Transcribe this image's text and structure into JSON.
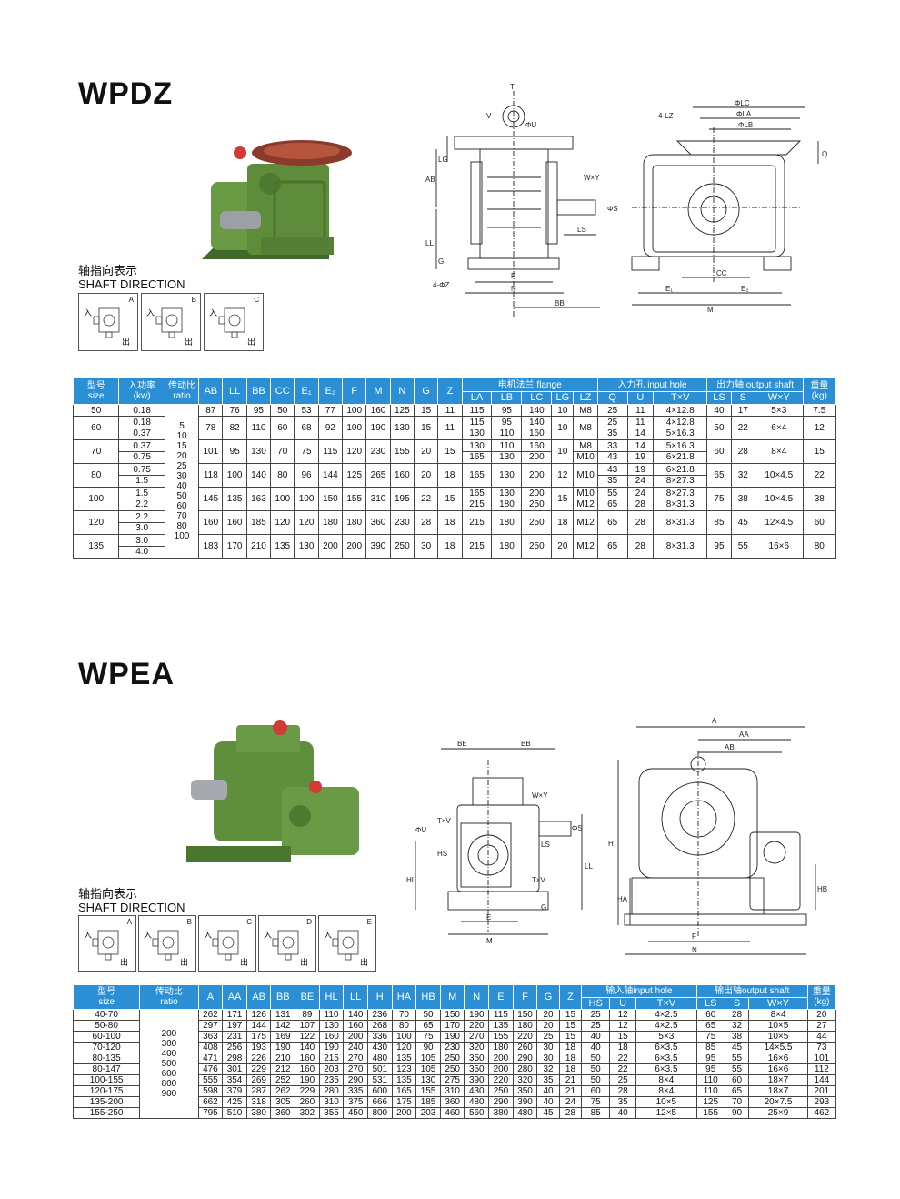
{
  "wpdz": {
    "title": "WPDZ",
    "shaft_cn": "轴指向表示",
    "shaft_en": "SHAFT DIRECTION",
    "dir_boxes": [
      {
        "letter": "A",
        "in_text": "入",
        "out_text": "出"
      },
      {
        "letter": "B",
        "in_text": "入",
        "out_text": "出"
      },
      {
        "letter": "C",
        "in_text": "入",
        "out_text": "出"
      }
    ],
    "drawing_labels": [
      "T",
      "V",
      "ΦU",
      "LG",
      "AB",
      "W×Y",
      "ΦS",
      "LS",
      "LL",
      "G",
      "F",
      "N",
      "BB",
      "4-ΦZ",
      "4-LZ",
      "ΦLC",
      "ΦLA",
      "ΦLB",
      "Q",
      "CC",
      "E₁",
      "E₂",
      "M"
    ],
    "header": {
      "size": [
        "型号",
        "size"
      ],
      "kw": [
        "入功率",
        "(kw)"
      ],
      "ratio": [
        "传动比",
        "ratio"
      ],
      "dims": [
        "AB",
        "LL",
        "BB",
        "CC",
        "E₁",
        "E₂",
        "F",
        "M",
        "N",
        "G",
        "Z"
      ],
      "flange_group": "电机法兰 flange",
      "flange": [
        "LA",
        "LB",
        "LC",
        "LG",
        "LZ"
      ],
      "input_group": "入力孔 input hole",
      "input": [
        "Q",
        "U",
        "T×V"
      ],
      "output_group": "出力轴 output shaft",
      "output": [
        "LS",
        "S",
        "W×Y"
      ],
      "weight": [
        "重量",
        "(kg)"
      ]
    },
    "ratios": [
      "5",
      "10",
      "15",
      "20",
      "25",
      "30",
      "40",
      "50",
      "60",
      "70",
      "80",
      "100"
    ],
    "rows": [
      {
        "size": "50",
        "kw": [
          "0.18"
        ],
        "dims": [
          "87",
          "76",
          "95",
          "50",
          "53",
          "77",
          "100",
          "160",
          "125",
          "15",
          "11"
        ],
        "LA": [
          "115"
        ],
        "LB": [
          "95"
        ],
        "LC": [
          "140"
        ],
        "LG": "10",
        "LZ": [
          "M8"
        ],
        "Q": [
          "25"
        ],
        "U": [
          "11"
        ],
        "TV": [
          "4×12.8"
        ],
        "LS": "40",
        "S": "17",
        "WY": "5×3",
        "kg": "7.5"
      },
      {
        "size": "60",
        "kw": [
          "0.18",
          "0.37"
        ],
        "dims": [
          "78",
          "82",
          "110",
          "60",
          "68",
          "92",
          "100",
          "190",
          "130",
          "15",
          "11"
        ],
        "LA": [
          "115",
          "130"
        ],
        "LB": [
          "95",
          "110"
        ],
        "LC": [
          "140",
          "160"
        ],
        "LG": "10",
        "LZ": [
          "M8"
        ],
        "Q": [
          "25",
          "35"
        ],
        "U": [
          "11",
          "14"
        ],
        "TV": [
          "4×12.8",
          "5×16.3"
        ],
        "LS": "50",
        "S": "22",
        "WY": "6×4",
        "kg": "12"
      },
      {
        "size": "70",
        "kw": [
          "0.37",
          "0.75"
        ],
        "dims": [
          "101",
          "95",
          "130",
          "70",
          "75",
          "115",
          "120",
          "230",
          "155",
          "20",
          "15"
        ],
        "LA": [
          "130",
          "165"
        ],
        "LB": [
          "110",
          "130"
        ],
        "LC": [
          "160",
          "200"
        ],
        "LG": "10",
        "LZ": [
          "M8",
          "M10"
        ],
        "Q": [
          "33",
          "43"
        ],
        "U": [
          "14",
          "19"
        ],
        "TV": [
          "5×16.3",
          "6×21.8"
        ],
        "LS": "60",
        "S": "28",
        "WY": "8×4",
        "kg": "15"
      },
      {
        "size": "80",
        "kw": [
          "0.75",
          "1.5"
        ],
        "dims": [
          "118",
          "100",
          "140",
          "80",
          "96",
          "144",
          "125",
          "265",
          "160",
          "20",
          "18"
        ],
        "LA": [
          "165"
        ],
        "LB": [
          "130"
        ],
        "LC": [
          "200"
        ],
        "LG": "12",
        "LZ": [
          "M10"
        ],
        "Q": [
          "43",
          "35"
        ],
        "U": [
          "19",
          "24"
        ],
        "TV": [
          "6×21.8",
          "8×27.3"
        ],
        "LS": "65",
        "S": "32",
        "WY": "10×4.5",
        "kg": "22"
      },
      {
        "size": "100",
        "kw": [
          "1.5",
          "2.2"
        ],
        "dims": [
          "145",
          "135",
          "163",
          "100",
          "100",
          "150",
          "155",
          "310",
          "195",
          "22",
          "15"
        ],
        "LA": [
          "165",
          "215"
        ],
        "LB": [
          "130",
          "180"
        ],
        "LC": [
          "200",
          "250"
        ],
        "LG": "15",
        "LZ": [
          "M10",
          "M12"
        ],
        "Q": [
          "55",
          "65"
        ],
        "U": [
          "24",
          "28"
        ],
        "TV": [
          "8×27.3",
          "8×31.3"
        ],
        "LS": "75",
        "S": "38",
        "WY": "10×4.5",
        "kg": "38"
      },
      {
        "size": "120",
        "kw": [
          "2.2",
          "3.0"
        ],
        "dims": [
          "160",
          "160",
          "185",
          "120",
          "120",
          "180",
          "180",
          "360",
          "230",
          "28",
          "18"
        ],
        "LA": [
          "215"
        ],
        "LB": [
          "180"
        ],
        "LC": [
          "250"
        ],
        "LG": "18",
        "LZ": [
          "M12"
        ],
        "Q": [
          "65"
        ],
        "U": [
          "28"
        ],
        "TV": [
          "8×31.3"
        ],
        "LS": "85",
        "S": "45",
        "WY": "12×4.5",
        "kg": "60"
      },
      {
        "size": "135",
        "kw": [
          "3.0",
          "4.0"
        ],
        "dims": [
          "183",
          "170",
          "210",
          "135",
          "130",
          "200",
          "200",
          "390",
          "250",
          "30",
          "18"
        ],
        "LA": [
          "215"
        ],
        "LB": [
          "180"
        ],
        "LC": [
          "250"
        ],
        "LG": "20",
        "LZ": [
          "M12"
        ],
        "Q": [
          "65"
        ],
        "U": [
          "28"
        ],
        "TV": [
          "8×31.3"
        ],
        "LS": "95",
        "S": "55",
        "WY": "16×6",
        "kg": "80"
      }
    ]
  },
  "wpea": {
    "title": "WPEA",
    "shaft_cn": "轴指向表示",
    "shaft_en": "SHAFT DIRECTION",
    "dir_boxes": [
      {
        "letter": "A",
        "in_text": "入",
        "out_text": "出"
      },
      {
        "letter": "B",
        "in_text": "入",
        "out_text": "出"
      },
      {
        "letter": "C",
        "in_text": "入",
        "out_text": "出"
      },
      {
        "letter": "D",
        "in_text": "入",
        "out_text": "出"
      },
      {
        "letter": "E",
        "in_text": "入",
        "out_text": "出"
      }
    ],
    "drawing_labels": [
      "BE",
      "BB",
      "W×Y",
      "ΦU",
      "T×V",
      "HS",
      "ΦS",
      "LS",
      "T×V",
      "HL",
      "LL",
      "G",
      "E",
      "M",
      "A",
      "AA",
      "AB",
      "H",
      "HA",
      "HB",
      "F",
      "N"
    ],
    "header": {
      "size": [
        "型号",
        "size"
      ],
      "ratio": [
        "传动比",
        "ratio"
      ],
      "dims": [
        "A",
        "AA",
        "AB",
        "BB",
        "BE",
        "HL",
        "LL",
        "H",
        "HA",
        "HB",
        "M",
        "N",
        "E",
        "F",
        "G",
        "Z"
      ],
      "input_group": "输入轴input hole",
      "input": [
        "HS",
        "U",
        "T×V"
      ],
      "output_group": "输出轴output shaft",
      "output": [
        "LS",
        "S",
        "W×Y"
      ],
      "weight": [
        "重量",
        "(kg)"
      ]
    },
    "ratios": [
      "200",
      "300",
      "400",
      "500",
      "600",
      "800",
      "900"
    ],
    "rows": [
      {
        "size": "40-70",
        "dims": [
          "262",
          "171",
          "126",
          "131",
          "89",
          "110",
          "140",
          "236",
          "70",
          "50",
          "150",
          "190",
          "115",
          "150",
          "20",
          "15"
        ],
        "HS": "25",
        "U": "12",
        "TV": "4×2.5",
        "LS": "60",
        "S": "28",
        "WY": "8×4",
        "kg": "20"
      },
      {
        "size": "50-80",
        "dims": [
          "297",
          "197",
          "144",
          "142",
          "107",
          "130",
          "160",
          "268",
          "80",
          "65",
          "170",
          "220",
          "135",
          "180",
          "20",
          "15"
        ],
        "HS": "25",
        "U": "12",
        "TV": "4×2.5",
        "LS": "65",
        "S": "32",
        "WY": "10×5",
        "kg": "27"
      },
      {
        "size": "60-100",
        "dims": [
          "363",
          "231",
          "175",
          "169",
          "122",
          "160",
          "200",
          "336",
          "100",
          "75",
          "190",
          "270",
          "155",
          "220",
          "25",
          "15"
        ],
        "HS": "40",
        "U": "15",
        "TV": "5×3",
        "LS": "75",
        "S": "38",
        "WY": "10×5",
        "kg": "44"
      },
      {
        "size": "70-120",
        "dims": [
          "408",
          "256",
          "193",
          "190",
          "140",
          "190",
          "240",
          "430",
          "120",
          "90",
          "230",
          "320",
          "180",
          "260",
          "30",
          "18"
        ],
        "HS": "40",
        "U": "18",
        "TV": "6×3.5",
        "LS": "85",
        "S": "45",
        "WY": "14×5.5",
        "kg": "73"
      },
      {
        "size": "80-135",
        "dims": [
          "471",
          "298",
          "226",
          "210",
          "160",
          "215",
          "270",
          "480",
          "135",
          "105",
          "250",
          "350",
          "200",
          "290",
          "30",
          "18"
        ],
        "HS": "50",
        "U": "22",
        "TV": "6×3.5",
        "LS": "95",
        "S": "55",
        "WY": "16×6",
        "kg": "101"
      },
      {
        "size": "80-147",
        "dims": [
          "476",
          "301",
          "229",
          "212",
          "160",
          "203",
          "270",
          "501",
          "123",
          "105",
          "250",
          "350",
          "200",
          "280",
          "32",
          "18"
        ],
        "HS": "50",
        "U": "22",
        "TV": "6×3.5",
        "LS": "95",
        "S": "55",
        "WY": "16×6",
        "kg": "112"
      },
      {
        "size": "100-155",
        "dims": [
          "555",
          "354",
          "269",
          "252",
          "190",
          "235",
          "290",
          "531",
          "135",
          "130",
          "275",
          "390",
          "220",
          "320",
          "35",
          "21"
        ],
        "HS": "50",
        "U": "25",
        "TV": "8×4",
        "LS": "110",
        "S": "60",
        "WY": "18×7",
        "kg": "144"
      },
      {
        "size": "120-175",
        "dims": [
          "598",
          "379",
          "287",
          "262",
          "229",
          "280",
          "335",
          "600",
          "165",
          "155",
          "310",
          "430",
          "250",
          "350",
          "40",
          "21"
        ],
        "HS": "60",
        "U": "28",
        "TV": "8×4",
        "LS": "110",
        "S": "65",
        "WY": "18×7",
        "kg": "201"
      },
      {
        "size": "135-200",
        "dims": [
          "662",
          "425",
          "318",
          "305",
          "260",
          "310",
          "375",
          "666",
          "175",
          "185",
          "360",
          "480",
          "290",
          "390",
          "40",
          "24"
        ],
        "HS": "75",
        "U": "35",
        "TV": "10×5",
        "LS": "125",
        "S": "70",
        "WY": "20×7.5",
        "kg": "293"
      },
      {
        "size": "155-250",
        "dims": [
          "795",
          "510",
          "380",
          "360",
          "302",
          "355",
          "450",
          "800",
          "200",
          "203",
          "460",
          "560",
          "380",
          "480",
          "45",
          "28"
        ],
        "HS": "85",
        "U": "40",
        "TV": "12×5",
        "LS": "155",
        "S": "90",
        "WY": "25×9",
        "kg": "462"
      }
    ]
  }
}
